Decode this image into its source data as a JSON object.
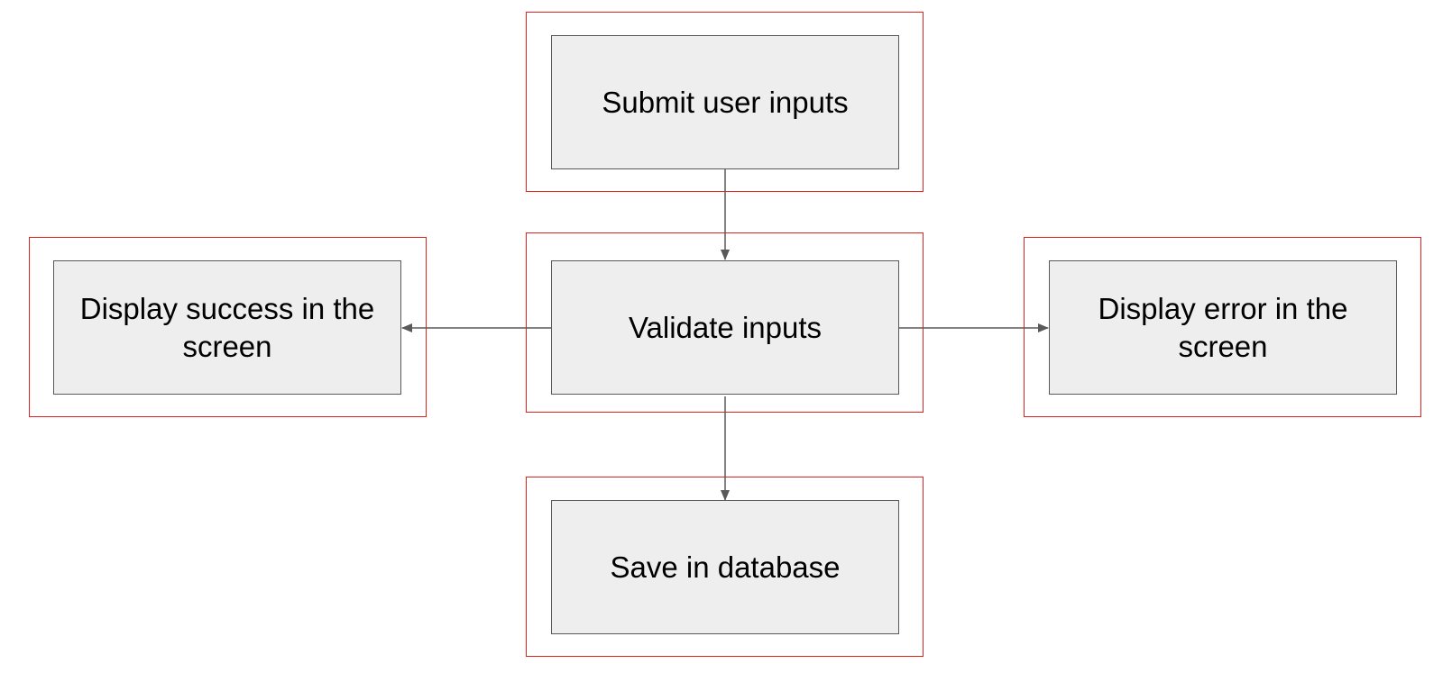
{
  "diagram": {
    "nodes": {
      "submit": {
        "label": "Submit user inputs"
      },
      "validate": {
        "label": "Validate inputs"
      },
      "success": {
        "label": "Display success in the screen"
      },
      "error": {
        "label": "Display error in the screen"
      },
      "save": {
        "label": "Save in database"
      }
    },
    "edges": [
      {
        "from": "submit",
        "to": "validate"
      },
      {
        "from": "validate",
        "to": "success"
      },
      {
        "from": "validate",
        "to": "error"
      },
      {
        "from": "validate",
        "to": "save"
      }
    ],
    "colors": {
      "node_fill": "#eeeeee",
      "node_border": "#595959",
      "frame_border": "#e0231f",
      "connector": "#595959",
      "text": "#000000"
    }
  }
}
